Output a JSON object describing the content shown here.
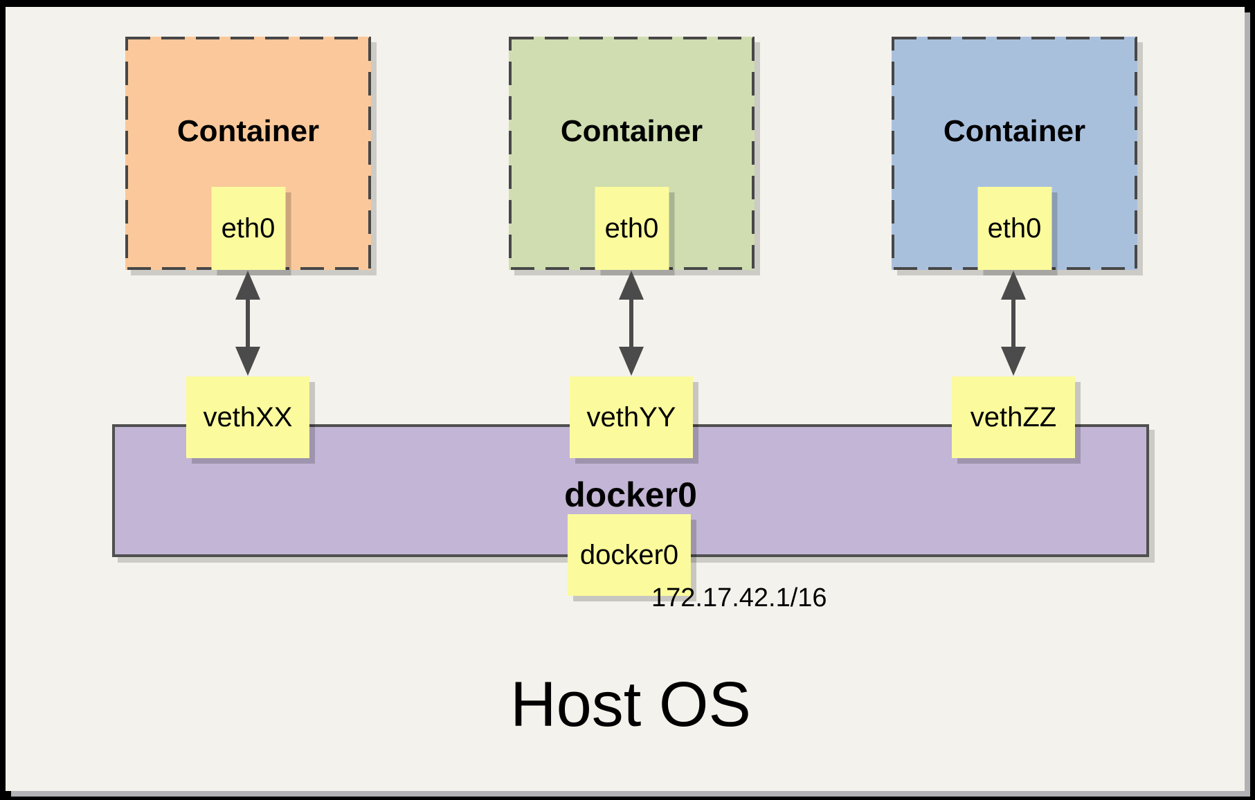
{
  "diagram": {
    "containers": [
      {
        "label": "Container",
        "interface_label": "eth0",
        "veth_label": "vethXX",
        "fill": "#fac89a"
      },
      {
        "label": "Container",
        "interface_label": "eth0",
        "veth_label": "vethYY",
        "fill": "#cfddb0"
      },
      {
        "label": "Container",
        "interface_label": "eth0",
        "veth_label": "vethZZ",
        "fill": "#a9c0dd"
      }
    ],
    "bridge": {
      "bar_label": "docker0",
      "interface_label": "docker0",
      "ip_label": "172.17.42.1/16",
      "fill": "#c3b5d5"
    },
    "host_label": "Host OS",
    "colors": {
      "canvas_bg": "#f4f2ec",
      "frame": "#000000",
      "note_yellow": "#fbfb9d",
      "dash_border_gray": "#474747",
      "arrow_gray": "#4b4b4b"
    }
  }
}
